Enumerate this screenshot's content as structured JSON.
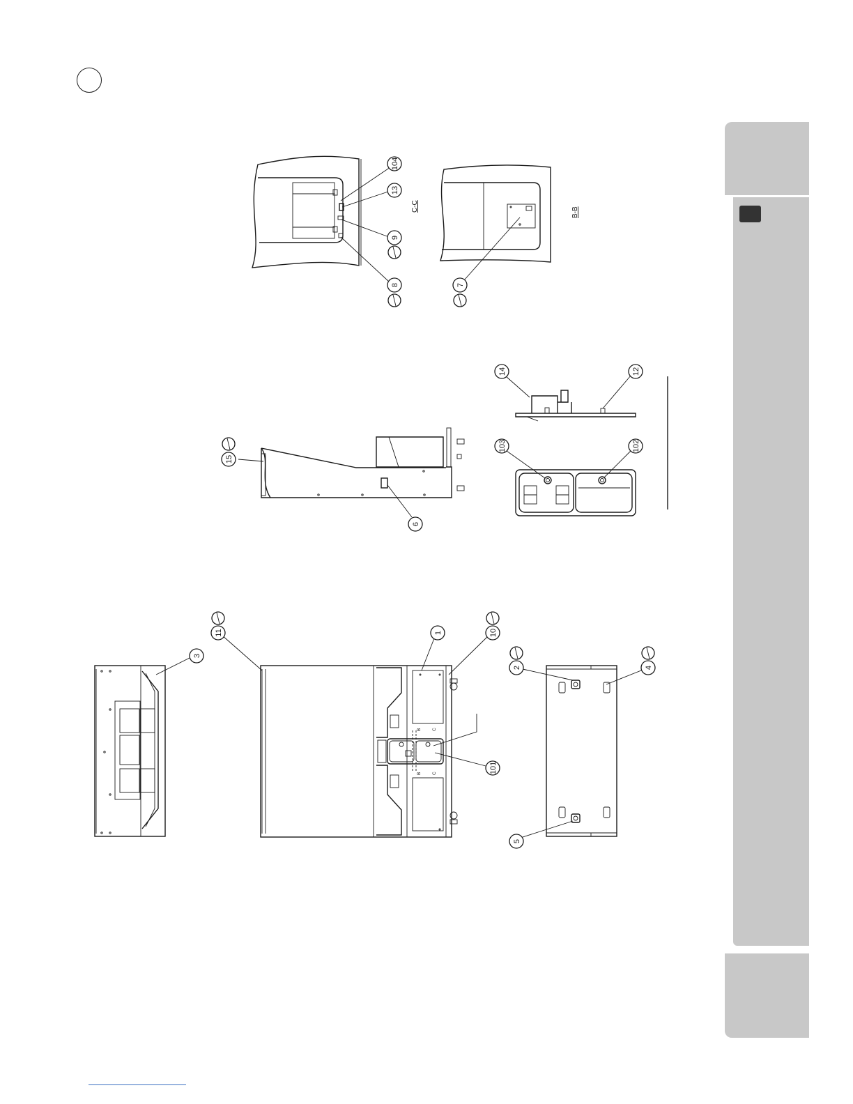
{
  "balloons": {
    "b104": "104",
    "b13": "13",
    "b9": "9",
    "b8": "8",
    "b7": "7",
    "b14": "14",
    "b12": "12",
    "b103": "103",
    "b102": "102",
    "b15": "15",
    "b6": "6",
    "b11": "11",
    "b10": "10",
    "b1": "1",
    "b3": "3",
    "b2": "2",
    "b4": "4",
    "b5": "5",
    "b101": "101"
  },
  "section_labels": {
    "cc": "C-C",
    "bb": "B-B"
  },
  "cut_marks": {
    "b": "B",
    "c": "C"
  },
  "colors": {
    "tab": "#c8c8c8",
    "badge": "#333333",
    "footer_rule": "#3b6fc2"
  }
}
